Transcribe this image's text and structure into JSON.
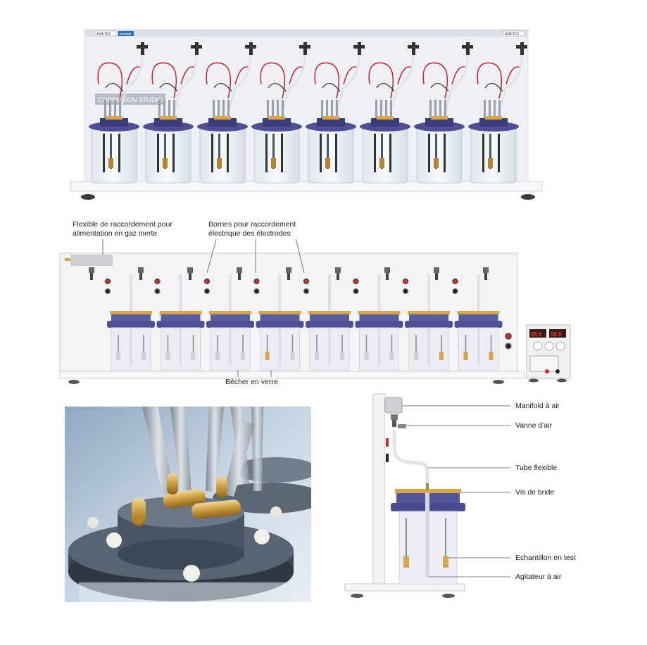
{
  "top_photo": {
    "brand_left": "AMETEK",
    "brand_tag": "ametek",
    "brand_right": "AMETEK",
    "sign": "CORROSION STUDIO",
    "cell_count": 8
  },
  "front_view": {
    "label_gas": {
      "line1": "Flexible de raccordement pour",
      "line2": "alimentation en gaz inerte"
    },
    "label_terminals": {
      "line1": "Bornes pour raccordement",
      "line2": "électrique des électrodes"
    },
    "label_beaker": "Bécher en verre",
    "cell_count": 8
  },
  "side_view": {
    "labels": {
      "manifold": "Manifold à air",
      "valve": "Vanne d'air",
      "tube": "Tube flexible",
      "screw": "Vis de bride",
      "sample": "Echantillon en test",
      "stirrer": "Agitateur à air"
    }
  },
  "colors": {
    "lid_blue": "#4f4f96",
    "brass": "#d8a64a",
    "terminal_red": "#d12b2b",
    "panel": "#f3f3f6"
  }
}
